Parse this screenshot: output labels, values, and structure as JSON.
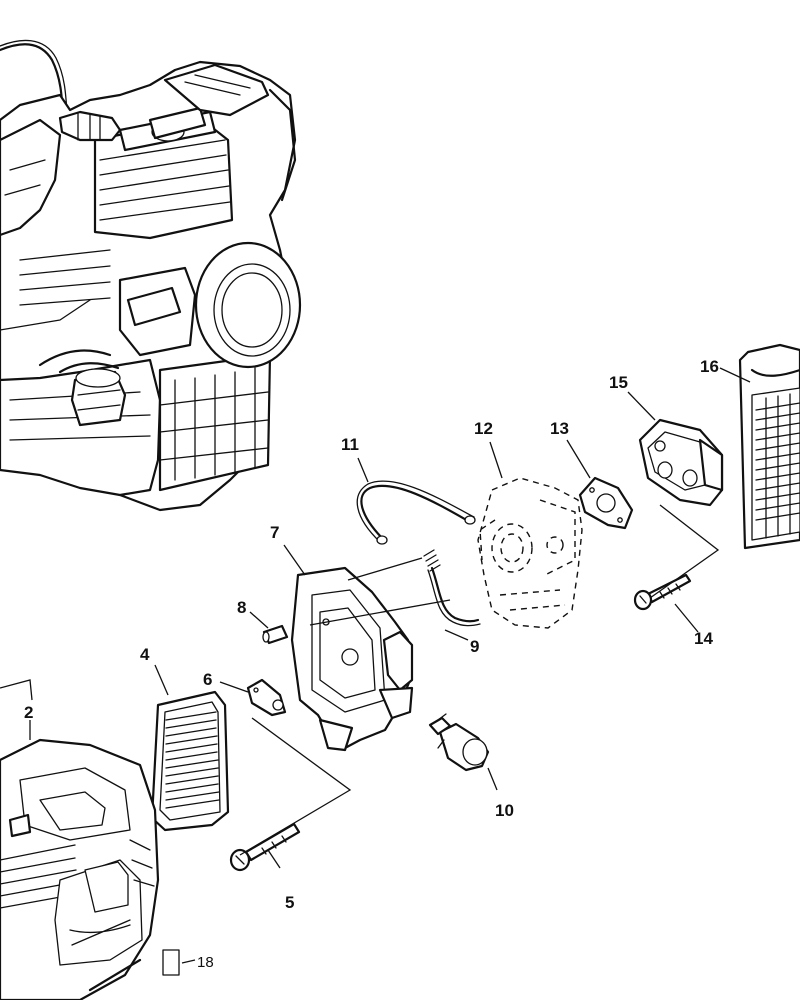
{
  "callouts": [
    {
      "id": "c1",
      "label": "2"
    },
    {
      "id": "c2",
      "label": "4"
    },
    {
      "id": "c3",
      "label": "5"
    },
    {
      "id": "c4",
      "label": "6"
    },
    {
      "id": "c5",
      "label": "7"
    },
    {
      "id": "c6",
      "label": "8"
    },
    {
      "id": "c7",
      "label": "9"
    },
    {
      "id": "c8",
      "label": "10"
    },
    {
      "id": "c9",
      "label": "11"
    },
    {
      "id": "c10",
      "label": "12"
    },
    {
      "id": "c11",
      "label": "13"
    },
    {
      "id": "c12",
      "label": "14"
    },
    {
      "id": "c13",
      "label": "15"
    },
    {
      "id": "c14",
      "label": "16"
    },
    {
      "id": "c15",
      "label": "18"
    }
  ]
}
